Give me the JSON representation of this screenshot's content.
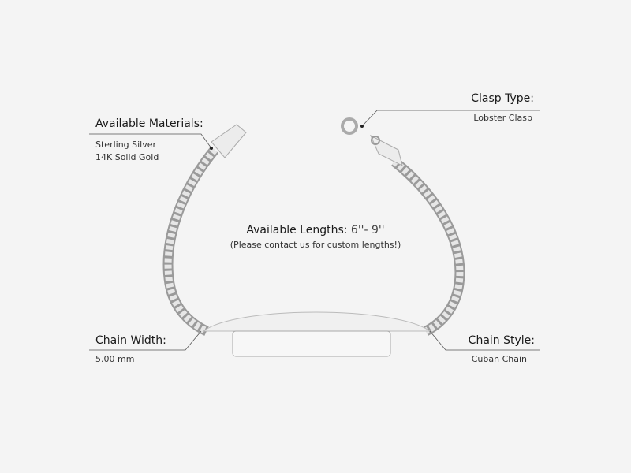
{
  "materials": {
    "title": "Available Materials:",
    "items": [
      "Sterling Silver",
      "14K Solid Gold"
    ]
  },
  "clasp": {
    "title": "Clasp Type:",
    "value": "Lobster Clasp"
  },
  "lengths": {
    "label": "Available Lengths:",
    "value": "6''- 9''",
    "note": "(Please contact us for custom lengths!)"
  },
  "width": {
    "title": "Chain Width:",
    "value": "5.00 mm"
  },
  "style": {
    "title": "Chain Style:",
    "value": "Cuban Chain"
  },
  "colors": {
    "background": "#f4f4f4",
    "silver": "#c9c9c9",
    "text": "#1a1a1a"
  }
}
